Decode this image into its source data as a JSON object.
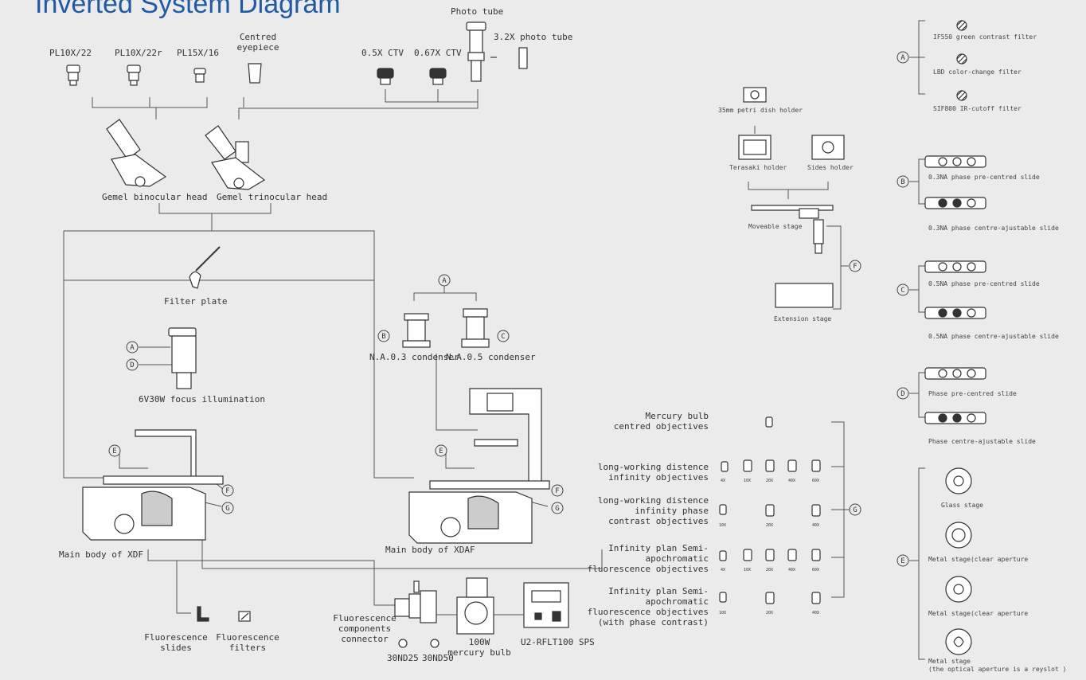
{
  "title": "Inverted System Diagram",
  "eyepieces": [
    "PL10X/22",
    "PL10X/22r",
    "PL15X/16",
    "Centred\neyepiece"
  ],
  "photo": {
    "tube": "Photo tube",
    "tube32": "3.2X photo tube",
    "ctv05": "0.5X CTV",
    "ctv067": "0.67X CTV"
  },
  "heads": {
    "binocular": "Gemel binocular head",
    "trinocular": "Gemel trinocular head"
  },
  "filter_plate": "Filter plate",
  "focus_illum": "6V30W focus illumination",
  "condensers": {
    "na03": "N.A.0.3 condenser",
    "na05": "N.A.0.5 condenser"
  },
  "bodies": {
    "xdf": "Main body of XDF",
    "xdaf": "Main body of XDAF"
  },
  "fluo": {
    "slides": "Fluorescence\nslides",
    "filters": "Fluorescence\nfilters",
    "connector": "Fluorescence\ncomponents\nconnector",
    "nd25": "30ND25",
    "nd50": "30ND50",
    "bulb": "100W\nmercury bulb",
    "sps": "U2-RFLT100 SPS"
  },
  "stages": {
    "petri": "35mm petri dish holder",
    "terasaki": "Terasaki holder",
    "sides": "Sides holder",
    "moveable": "Moveable stage",
    "extension": "Extension stage"
  },
  "markers": {
    "a": "A",
    "b": "B",
    "c": "C",
    "d": "D",
    "e": "E",
    "f": "F",
    "g": "G"
  },
  "filters_a": [
    "IF550 green contrast filter",
    "LBD color-change filter",
    "SIF800 IR-cutoff filter"
  ],
  "slides_b": [
    "0.3NA phase pre-centred slide",
    "0.3NA phase centre-ajustable slide"
  ],
  "slides_c": [
    "0.5NA phase pre-centred slide",
    "0.5NA phase centre-ajustable slide"
  ],
  "slides_d": [
    "Phase pre-centred slide",
    "Phase centre-ajustable slide"
  ],
  "stages_e": [
    "Glass stage",
    "Metal stage(clear aperture",
    "Metal stage(clear aperture",
    "Metal stage\n(the optical aperture is a reyslot )"
  ],
  "objectives": [
    {
      "label": "Mercury bulb\ncentred objectives",
      "mags": []
    },
    {
      "label": "long-working distence\ninfinity objectives",
      "mags": [
        "4X",
        "10X",
        "20X",
        "40X",
        "60X"
      ]
    },
    {
      "label": "long-working distence\ninfinity phase\ncontrast objectives",
      "mags": [
        "10X",
        "20X",
        "40X"
      ]
    },
    {
      "label": "Infinity plan Semi-\napochromatic\nfluorescence objectives",
      "mags": [
        "4X",
        "10X",
        "20X",
        "40X",
        "60X"
      ]
    },
    {
      "label": "Infinity plan Semi-\napochromatic\nfluorescence objectives\n(with phase contrast)",
      "mags": [
        "10X",
        "20X",
        "40X"
      ]
    }
  ]
}
